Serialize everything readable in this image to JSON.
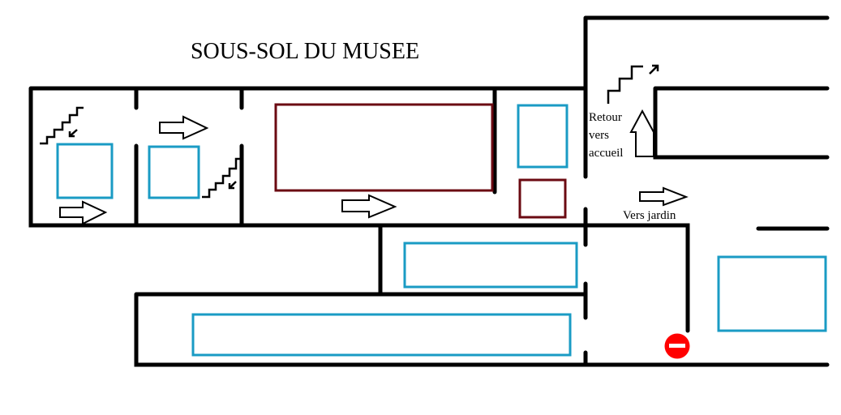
{
  "title": "SOUS-SOL DU MUSEE",
  "labels": {
    "return_line1": "Retour",
    "return_line2": "vers",
    "return_line3": "accueil",
    "garden": "Vers jardin"
  },
  "colors": {
    "wall": "#000000",
    "room_blue": "#1a9bc4",
    "room_maroon": "#6b0a12",
    "no_entry": "#ff0000"
  },
  "icons": [
    "stairs-down-icon",
    "stairs-up-icon",
    "direction-arrow-icon",
    "no-entry-icon"
  ]
}
